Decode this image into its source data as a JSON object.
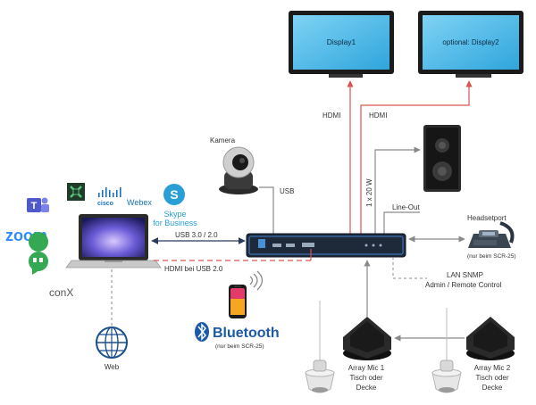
{
  "colors": {
    "line_gray": "#9a9a9a",
    "line_red": "#d9534f",
    "line_blue": "#2a6bb0",
    "screen_blue": "#3fb4e8",
    "device_dark": "#1e2a3a",
    "teams_purple": "#5059c9",
    "zoom_blue": "#2d8cff",
    "hangouts_green": "#34a853",
    "skype_blue": "#2a9fd6",
    "cisco_blue": "#1a73b8",
    "bluetooth_blue": "#1b5aa6"
  },
  "icons": [
    "teams-logo-icon",
    "zoom-logo-icon",
    "hangouts-logo-icon",
    "conx-logo-icon",
    "remote-app-logo-icon",
    "cisco-webex-logo-icon",
    "skype-logo-icon",
    "laptop-icon",
    "camera-icon",
    "speaker-icon",
    "phone-icon",
    "smartphone-icon",
    "wifi-waves-icon",
    "bluetooth-icon",
    "globe-icon",
    "array-mic-icon",
    "ceiling-mic-icon",
    "display-icon"
  ],
  "displays": {
    "display1": "Display1",
    "display2": "optional: Display2"
  },
  "labels": {
    "hdmi_1": "HDMI",
    "hdmi_2": "HDMI",
    "camera": "Kamera",
    "usb": "USB",
    "usb30": "USB 3.0 / 2.0",
    "hdmi_usb": "HDMI bei USB 2.0",
    "amp": "1 x 20 W",
    "line_out": "Line-Out",
    "headsetport": "Headsetport",
    "headsetport_note": "(nur beim SCR-25)",
    "lan_snmp": "LAN SNMP",
    "admin": "Admin / Remote Control",
    "web": "Web",
    "bluetooth": "Bluetooth",
    "bluetooth_note": "(nur beim SCR-25)",
    "zoom": "zoom",
    "webex": "Webex",
    "cisco": "cisco",
    "skype_1": "Skype",
    "skype_2": "for Business",
    "conx": "conX",
    "mic1_a": "Array Mic 1",
    "mic1_b": "Tisch oder",
    "mic1_c": "Decke",
    "mic2_a": "Array Mic 2",
    "mic2_b": "Tisch oder",
    "mic2_c": "Decke"
  }
}
